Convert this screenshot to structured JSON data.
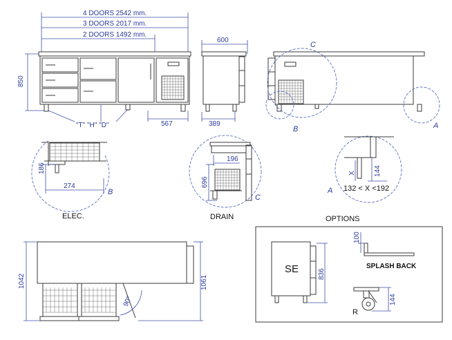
{
  "dims": {
    "four_doors": "4 DOORS   2542 mm.",
    "three_doors": "3 DOORS   2017 mm.",
    "two_doors": "2 DOORS   1492 mm.",
    "height_850": "850",
    "depth_600": "600",
    "d567": "567",
    "d389": "389",
    "d186": "186",
    "d274": "274",
    "d196": "196",
    "d696": "696",
    "x_label": "X",
    "d144": "144",
    "range": "132 < X <192",
    "d1042": "1042",
    "d1061": "1061",
    "angle": "90°",
    "d100": "100",
    "d836": "836",
    "d144b": "144"
  },
  "labels": {
    "tdh": "\"T\"  \"H\"  \"D\"",
    "elec": "ELEC.",
    "drain": "DRAIN",
    "options": "OPTIONS",
    "se": "SE",
    "splash_back": "SPLASH BACK",
    "r": "R"
  },
  "callouts": {
    "a1": "A",
    "b1": "B",
    "c1": "C",
    "b2": "B",
    "c2": "C",
    "a2": "A"
  },
  "colors": {
    "line": "#3a3a3a",
    "dimension": "#3c4fa8",
    "detail_circle": "#5a6fc0"
  }
}
